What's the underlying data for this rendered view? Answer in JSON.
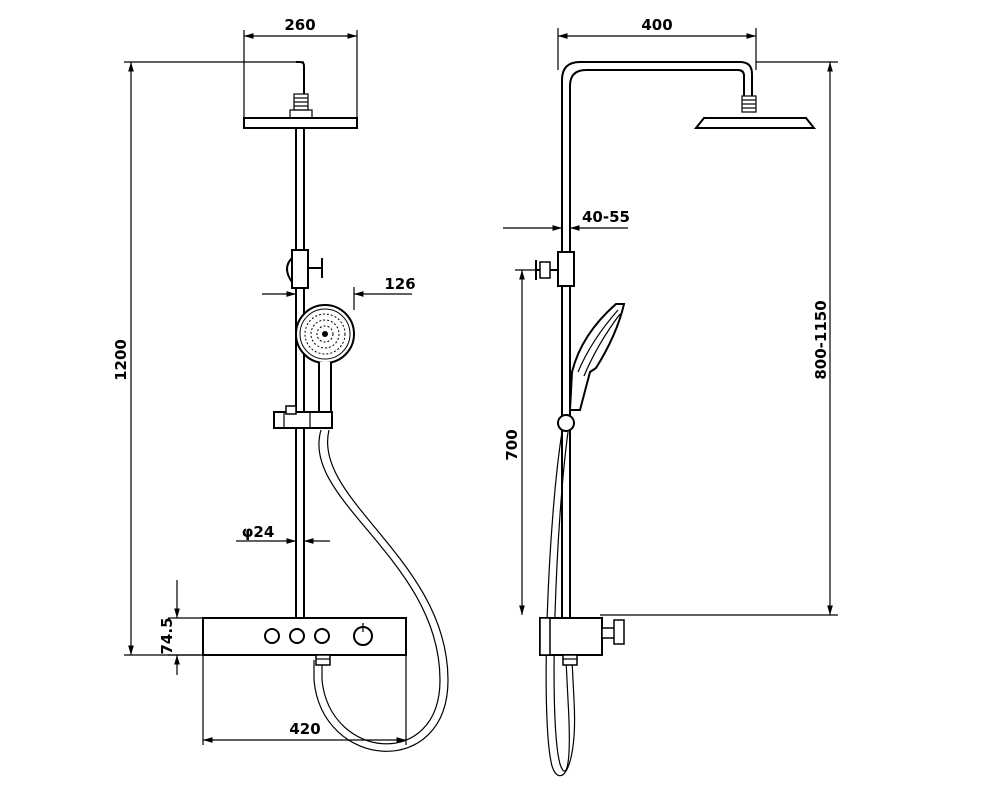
{
  "front_view": {
    "dim_head_width": "260",
    "dim_total_height": "1200",
    "dim_handshower": "126",
    "dim_pipe_diameter": "φ24",
    "dim_panel_height": "74.5",
    "dim_panel_width": "420"
  },
  "side_view": {
    "dim_arm_reach": "400",
    "dim_wall_offset": "40-55",
    "dim_slide_height": "700",
    "dim_adjust_range": "800-1150"
  }
}
